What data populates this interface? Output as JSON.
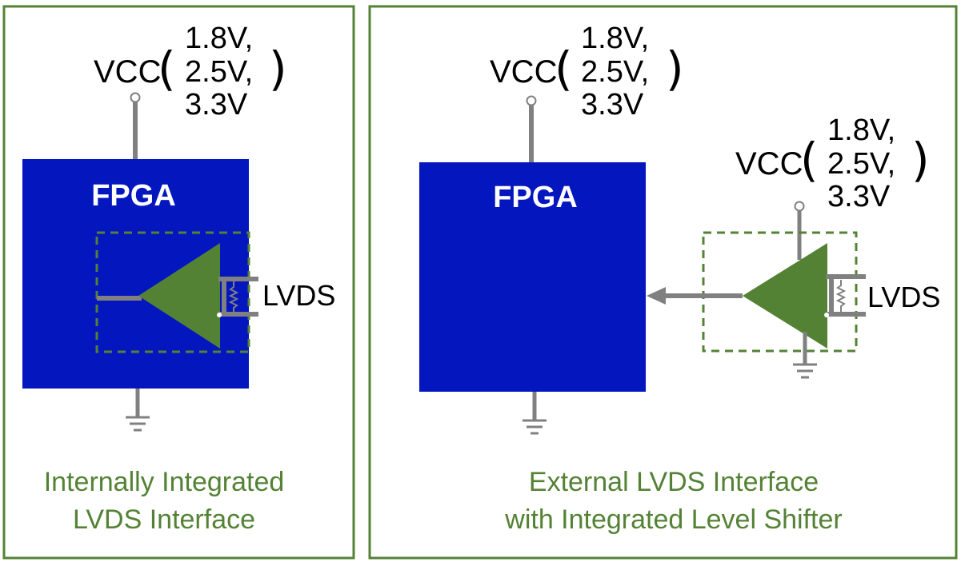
{
  "colors": {
    "panel_border": "#548235",
    "fpga_fill": "#0417BE",
    "amp_fill": "#548235",
    "wire": "#808080",
    "caption": "#548235"
  },
  "left_panel": {
    "vcc_label": "VCC",
    "voltages": [
      "1.8V,",
      "2.5V,",
      "3.3V"
    ],
    "fpga_title": "FPGA",
    "lvds_label": "LVDS",
    "caption_lines": [
      "Internally Integrated",
      "LVDS Interface"
    ]
  },
  "right_panel": {
    "fpga_vcc_label": "VCC",
    "fpga_voltages": [
      "1.8V,",
      "2.5V,",
      "3.3V"
    ],
    "fpga_title": "FPGA",
    "shifter_vcc_label": "VCC",
    "shifter_voltages": [
      "1.8V,",
      "2.5V,",
      "3.3V"
    ],
    "lvds_label": "LVDS",
    "caption_lines": [
      "External LVDS Interface",
      "with Integrated Level Shifter"
    ]
  },
  "icons": [
    "ground-icon",
    "power-pin-icon",
    "resistor-icon",
    "amplifier-triangle-icon",
    "arrow-left-icon"
  ]
}
